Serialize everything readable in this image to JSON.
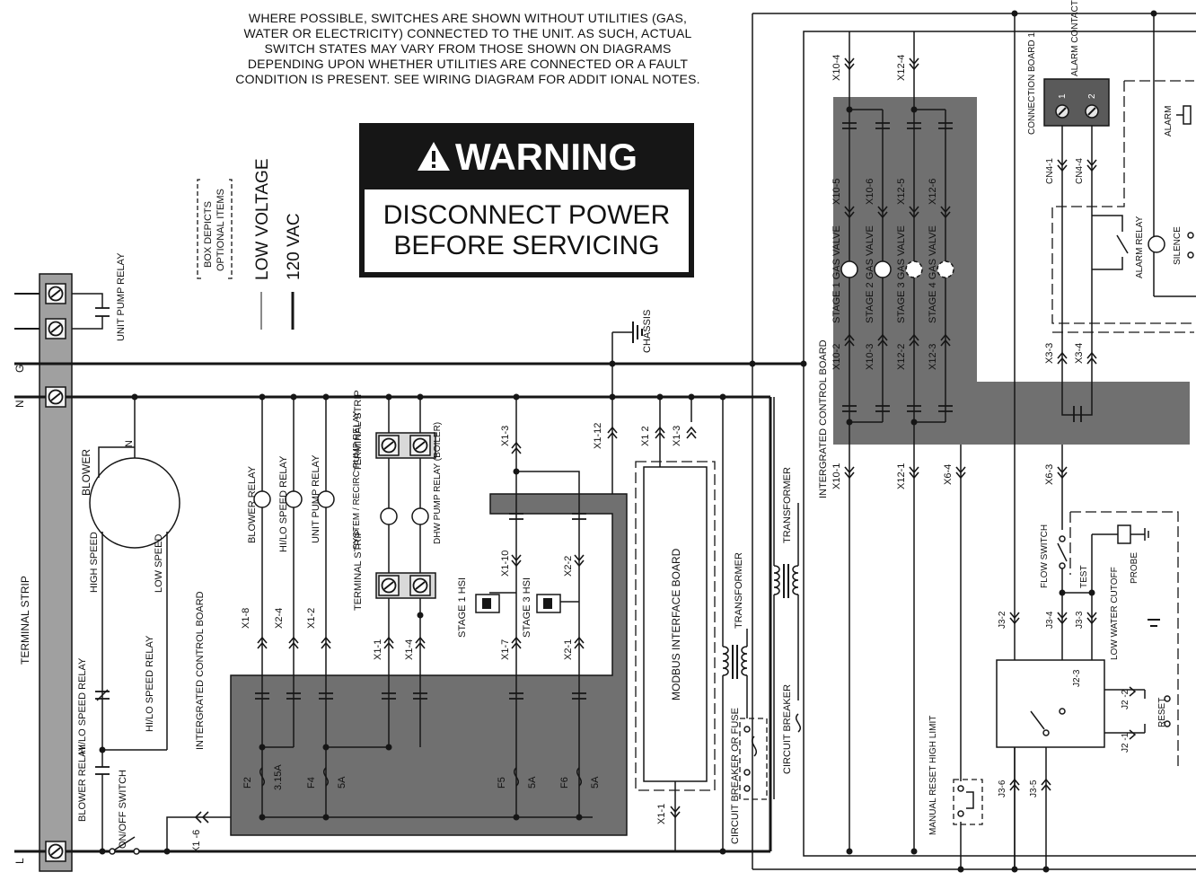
{
  "note": {
    "lines": [
      "WHERE POSSIBLE, SWITCHES ARE SHOWN WITHOUT UTILITIES (GAS,",
      "WATER OR ELECTRICITY) CONNECTED TO THE UNIT.  AS SUCH, ACTUAL",
      "SWITCH STATES MAY VARY FROM THOSE SHOWN ON DIAGRAMS",
      "DEPENDING UPON WHETHER UTILITIES ARE CONNECTED OR A FAULT",
      "CONDITION IS PRESENT.  SEE WIRING DIAGRAM FOR ADDIT IONAL NOTES."
    ]
  },
  "warning": {
    "title": "WARNING",
    "line1": "DISCONNECT POWER",
    "line2": "BEFORE SERVICING"
  },
  "legend": {
    "box_line1": "BOX DEPICTS",
    "box_line2": "OPTIONAL ITEMS",
    "low_voltage": "LOW VOLTAGE",
    "vac": "120 VAC"
  },
  "labels": {
    "terminal_strip": "TERMINAL STRIP",
    "unit_pump_relay_contact": "UNIT PUMP RELAY",
    "g": "G",
    "n": "N",
    "l": "L",
    "blower": "BLOWER",
    "blower_n": "N",
    "high_speed": "HIGH SPEED",
    "low_speed": "LOW SPEED",
    "hilo_relay_1": "HI/LO SPEED RELAY",
    "hilo_relay_2": "HI/LO SPEED RELAY",
    "blower_relay_contact": "BLOWER RELAY",
    "onoff_switch": "ON/OFF SWITCH",
    "x1_6": "X1 -6",
    "icb_left": "INTERGRATED CONTROL BOARD",
    "f2": "F2",
    "f2_rating": "3.15A",
    "f4": "F4",
    "f4_rating": "5A",
    "f5": "F5",
    "f5_rating": "5A",
    "f6": "F6",
    "f6_rating": "5A",
    "blower_relay_coil": "BLOWER RELAY",
    "hilo_relay_coil": "HI/LO SPEED RELAY",
    "unit_pump_relay_coil": "UNIT PUMP RELAY",
    "pin_x1_8": "X1-8",
    "pin_x2_4": "X2-4",
    "pin_x1_2": "X1-2",
    "terminal_strip_top": "TERMINAL STRIP",
    "terminal_strip_bottom": "TERMINAL STRIP",
    "system_pump_relay": "SYSTEM / RECIRC PUMP RELAY",
    "dhw_pump_relay": "DHW PUMP RELAY (BOILER)",
    "pin_x1_1": "X1-1",
    "pin_x1_4": "X1-4",
    "pin_x1_3": "X1-3",
    "pin_x1_10": "X1-10",
    "pin_x1_7": "X1-7",
    "pin_x2_2": "X2-2",
    "pin_x2_1": "X2-1",
    "stage1_hsi": "STAGE 1 HSI",
    "stage3_hsi": "STAGE 3 HSI",
    "pin_x1_12": "X1-12",
    "chassis": "CHASSIS",
    "pin_x1_2b": "X1 2",
    "pin_x1_3b": "X1-3",
    "modbus_board": "MODBUS INTERFACE BOARD",
    "pin_x1_1b": "X1-1",
    "transformer_1": "TRANSFORMER",
    "transformer_2": "TRANSFORMER",
    "circuit_breaker_fuse": "CIRCUIT BREAKER OR FUSE",
    "circuit_breaker": "CIRCUIT BREAKER",
    "icb_right": "INTERGRATED CONTROL BOARD",
    "x10_4": "X10-4",
    "x12_4": "X12-4",
    "x10_5": "X10-5",
    "x10_6": "X10-6",
    "x12_5": "X12-5",
    "x12_6": "X12-6",
    "stage1_gv": "STAGE 1 GAS VALVE",
    "stage2_gv": "STAGE 2 GAS VALVE",
    "stage3_gv": "STAGE 3 GAS VALVE",
    "stage4_gv": "STAGE 4 GAS VALVE",
    "x10_2": "X10-2",
    "x10_3": "X10-3",
    "x12_2": "X12-2",
    "x12_3": "X12-3",
    "x10_1": "X10-1",
    "x12_1": "X12-1",
    "x6_4": "X6-4",
    "x6_3": "X6-3",
    "x3_3": "X3-3",
    "x3_4": "X3-4",
    "connection_board": "CONNECTION BOARD 1",
    "alarm_contacts": "ALARM CONTACTS",
    "cb_1": "1",
    "cb_2": "2",
    "cn4_1": "CN4-1",
    "cn4_4": "CN4-4",
    "alarm": "ALARM",
    "alarm_relay": "ALARM RELAY",
    "silence": "SILENCE",
    "flow_switch": "FLOW SWITCH",
    "test": "TEST",
    "probe": "PROBE",
    "low_water_cutoff": "LOW WATER CUTOFF",
    "j3_2": "J3-2",
    "j3_4": "J3-4",
    "j3_3": "J3-3",
    "j2_3": "J2-3",
    "j2_2": "J2 -2",
    "j2_1": "J2 -1",
    "reset": "RESET",
    "j3_6": "J3-6",
    "j3_5": "J3-5",
    "manual_reset": "MANUAL RESET HIGH LIMIT"
  },
  "colors": {
    "board_fill": "#707070",
    "rail_fill": "#a0a0a0",
    "line": "#161616",
    "warning_bg": "#161616"
  }
}
